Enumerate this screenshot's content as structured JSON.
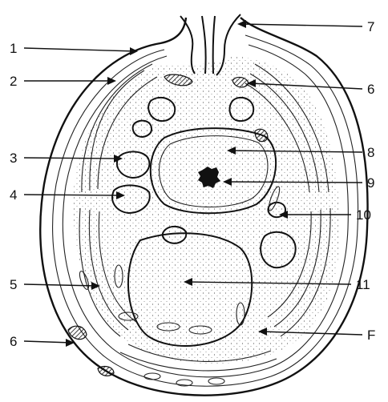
{
  "figure": {
    "labels": {
      "l1": "1",
      "l2": "2",
      "l3": "3",
      "l4": "4",
      "l5": "5",
      "l6_left": "6",
      "l7": "7",
      "l6_right": "6",
      "l8": "8",
      "l9": "9",
      "l10": "10",
      "l11": "11",
      "l12": "F"
    },
    "colors": {
      "ink": "#111111",
      "paper": "#ffffff"
    }
  }
}
